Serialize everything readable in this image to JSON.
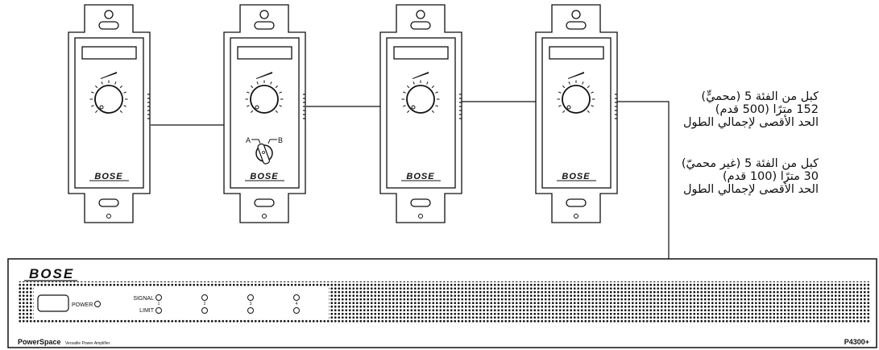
{
  "wallplates": [
    {
      "id": "plate-1",
      "brand": "BOSE",
      "has_ab_selector": false
    },
    {
      "id": "plate-2",
      "brand": "BOSE",
      "has_ab_selector": true,
      "selector_labels": [
        "A",
        "B"
      ]
    },
    {
      "id": "plate-3",
      "brand": "BOSE",
      "has_ab_selector": false
    },
    {
      "id": "plate-4",
      "brand": "BOSE",
      "has_ab_selector": false
    }
  ],
  "cable_notes": {
    "shielded": {
      "line1": "كبل من الفئة 5 (محميٍّ)",
      "line2": "152 مترًا (500 قدم)",
      "line3": "الحد الأقصى لإجمالي الطول"
    },
    "unshielded": {
      "line1": "كبل من الفئة 5 (غير محميّ)",
      "line2": "30 مترًا (100 قدم)",
      "line3": "الحد الأقصى لإجمالي الطول"
    }
  },
  "amplifier": {
    "brand": "BOSE",
    "power_label": "POWER",
    "signal_label": "SIGNAL",
    "limit_label": "LIMIT",
    "channels": [
      "1",
      "2",
      "3",
      "4"
    ],
    "product_name": "PowerSpace",
    "product_desc": "Versatile Power Amplifier",
    "model": "P4300+"
  }
}
